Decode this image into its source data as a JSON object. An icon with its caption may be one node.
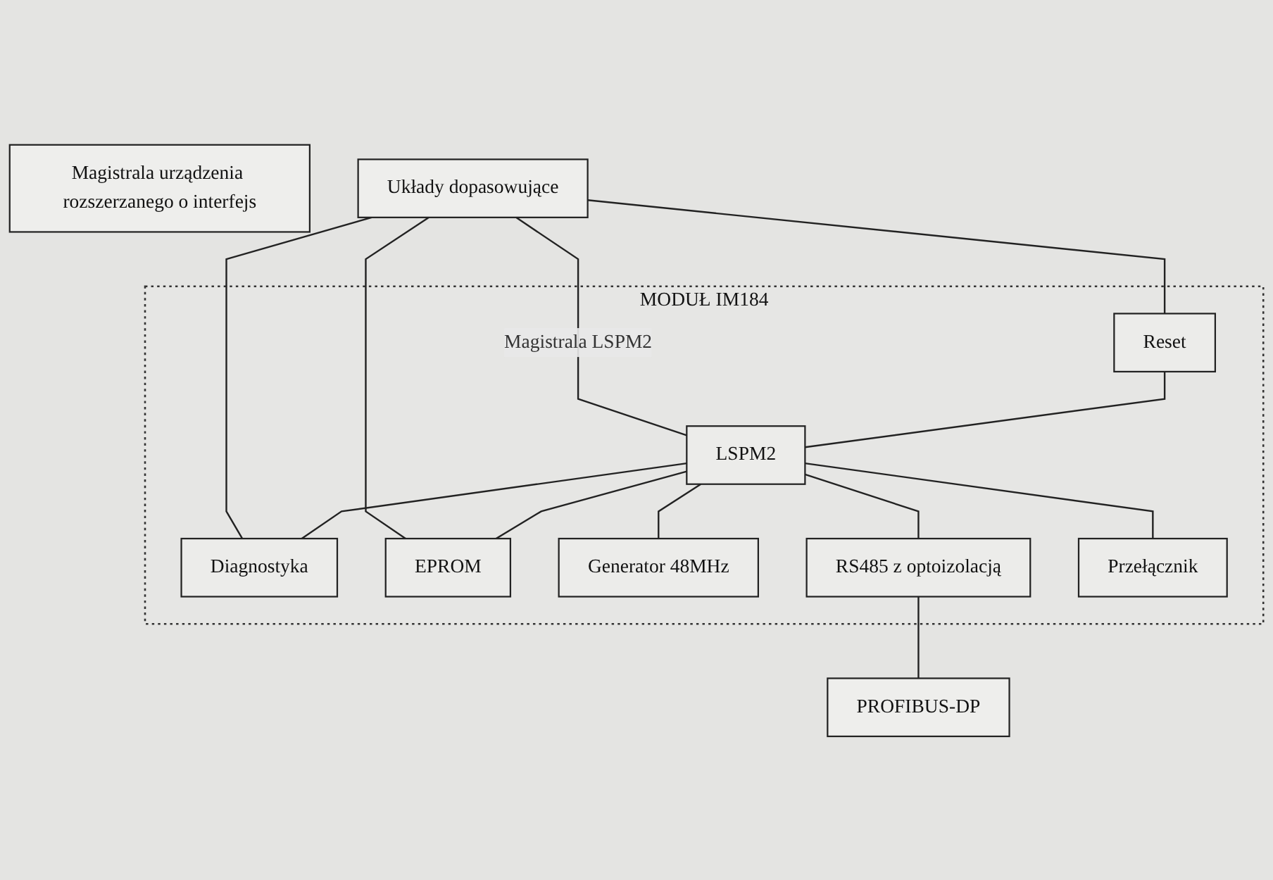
{
  "diagram": {
    "nodes": [
      {
        "text": [
          "Magistrala urządzenia rozszerzanego o interfejs"
        ]
      },
      {
        "text": [
          "Układy dopasowujące"
        ]
      },
      {
        "text": [
          "MODUŁ IM184"
        ]
      },
      {
        "text": [
          "Diagnostyka"
        ],
        "in": 2
      },
      {
        "text": [
          "Reset"
        ],
        "in": 2
      },
      {
        "text": [
          "LSPM2"
        ],
        "in": 2
      },
      {
        "text": [
          "EPROM"
        ],
        "in": 2
      },
      {
        "text": [
          "Generator 48MHz"
        ],
        "in": 2
      },
      {
        "text": [
          "RS485 z optoizolacją"
        ],
        "in": 2
      },
      {
        "text": [
          "Przełącznik"
        ],
        "in": 2
      },
      {
        "text": [
          "PROFIBUS-DP"
        ]
      }
    ],
    "edges": [
      {
        "from": 1,
        "to": 4,
        "arrow": "none"
      },
      {
        "from": 1,
        "to": 5,
        "arrow": "none",
        "label": "Magistrala LSPM2"
      },
      {
        "from": 1,
        "to": 3,
        "arrow": "none"
      },
      {
        "from": 5,
        "to": 3,
        "arrow": "none"
      },
      {
        "from": 1,
        "to": 6,
        "arrow": "none"
      },
      {
        "from": 5,
        "to": 6,
        "arrow": "none"
      },
      {
        "from": 4,
        "to": 5,
        "arrow": "none"
      },
      {
        "from": 5,
        "to": 7,
        "arrow": "none"
      },
      {
        "from": 5,
        "to": 8,
        "arrow": "none"
      },
      {
        "from": 5,
        "to": 9,
        "arrow": "none"
      },
      {
        "from": 8,
        "to": 10,
        "arrow": "none"
      }
    ]
  }
}
